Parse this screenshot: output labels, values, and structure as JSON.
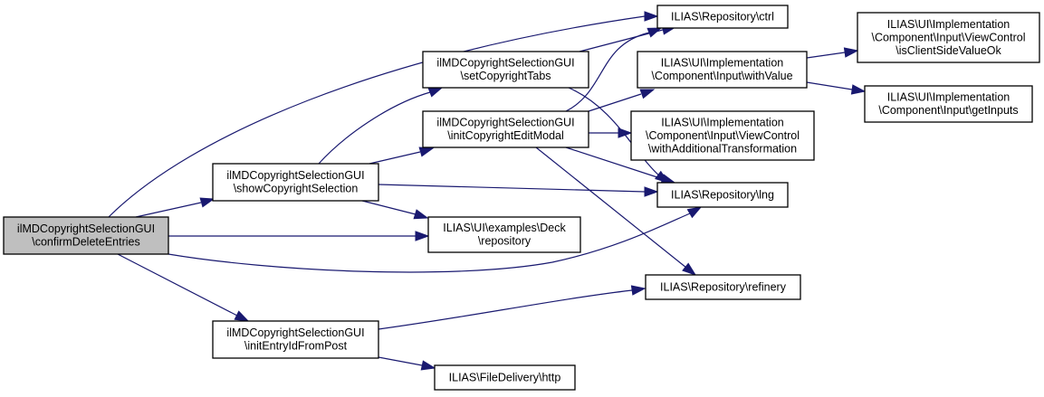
{
  "diagram": {
    "type": "call-graph",
    "colors": {
      "edge": "#191970",
      "root_fill": "#bfbfbf",
      "node_fill": "#ffffff",
      "border": "#000000"
    },
    "nodes": [
      {
        "id": "root",
        "lines": [
          "ilMDCopyrightSelectionGUI",
          "\\confirmDeleteEntries"
        ],
        "root": true
      },
      {
        "id": "showSel",
        "lines": [
          "ilMDCopyrightSelectionGUI",
          "\\showCopyrightSelection"
        ]
      },
      {
        "id": "initEntry",
        "lines": [
          "ilMDCopyrightSelectionGUI",
          "\\initEntryIdFromPost"
        ]
      },
      {
        "id": "setTabs",
        "lines": [
          "ilMDCopyrightSelectionGUI",
          "\\setCopyrightTabs"
        ]
      },
      {
        "id": "initModal",
        "lines": [
          "ilMDCopyrightSelectionGUI",
          "\\initCopyrightEditModal"
        ]
      },
      {
        "id": "deck",
        "lines": [
          "ILIAS\\UI\\examples\\Deck",
          "\\repository"
        ]
      },
      {
        "id": "http",
        "lines": [
          "ILIAS\\FileDelivery\\http"
        ]
      },
      {
        "id": "ctrl",
        "lines": [
          "ILIAS\\Repository\\ctrl"
        ]
      },
      {
        "id": "withValue",
        "lines": [
          "ILIAS\\UI\\Implementation",
          "\\Component\\Input\\withValue"
        ]
      },
      {
        "id": "withAddT",
        "lines": [
          "ILIAS\\UI\\Implementation",
          "\\Component\\Input\\ViewControl",
          "\\withAdditionalTransformation"
        ]
      },
      {
        "id": "lng",
        "lines": [
          "ILIAS\\Repository\\lng"
        ]
      },
      {
        "id": "refinery",
        "lines": [
          "ILIAS\\Repository\\refinery"
        ]
      },
      {
        "id": "isClient",
        "lines": [
          "ILIAS\\UI\\Implementation",
          "\\Component\\Input\\ViewControl",
          "\\isClientSideValueOk"
        ]
      },
      {
        "id": "getInputs",
        "lines": [
          "ILIAS\\UI\\Implementation",
          "\\Component\\Input\\getInputs"
        ]
      }
    ],
    "edges": [
      {
        "from": "root",
        "to": "ctrl"
      },
      {
        "from": "root",
        "to": "showSel"
      },
      {
        "from": "root",
        "to": "deck"
      },
      {
        "from": "root",
        "to": "lng"
      },
      {
        "from": "root",
        "to": "initEntry"
      },
      {
        "from": "showSel",
        "to": "setTabs"
      },
      {
        "from": "showSel",
        "to": "initModal"
      },
      {
        "from": "showSel",
        "to": "lng"
      },
      {
        "from": "showSel",
        "to": "deck"
      },
      {
        "from": "setTabs",
        "to": "ctrl"
      },
      {
        "from": "setTabs",
        "to": "lng"
      },
      {
        "from": "initModal",
        "to": "ctrl"
      },
      {
        "from": "initModal",
        "to": "withValue"
      },
      {
        "from": "initModal",
        "to": "withAddT"
      },
      {
        "from": "initModal",
        "to": "lng"
      },
      {
        "from": "initModal",
        "to": "refinery"
      },
      {
        "from": "withValue",
        "to": "isClient"
      },
      {
        "from": "withValue",
        "to": "getInputs"
      },
      {
        "from": "initEntry",
        "to": "refinery"
      },
      {
        "from": "initEntry",
        "to": "http"
      }
    ]
  }
}
